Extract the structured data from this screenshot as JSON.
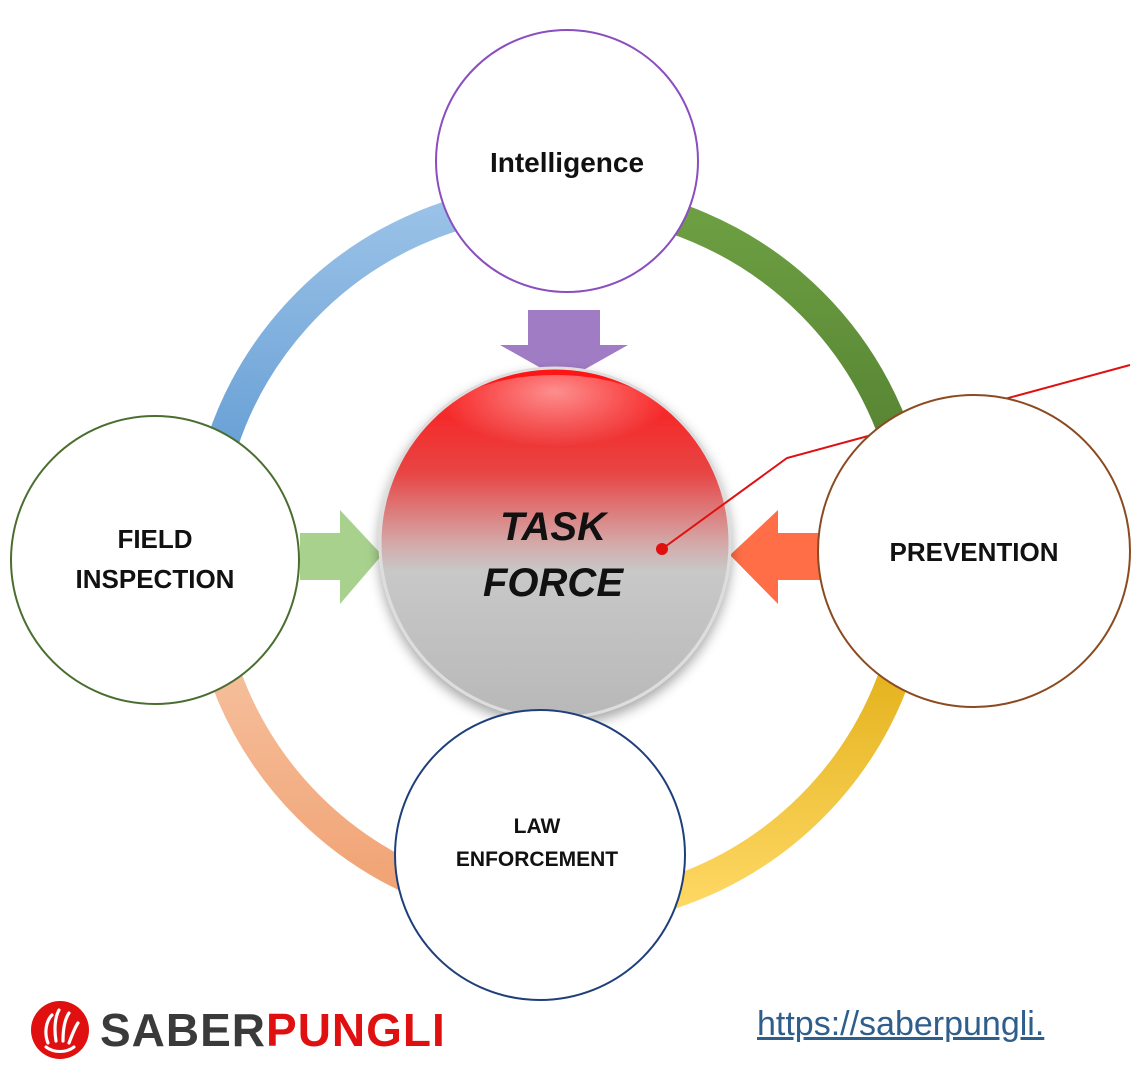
{
  "center": {
    "line1": "TASK",
    "line2": "FORCE"
  },
  "nodes": {
    "top": "Intelligence",
    "right": "PREVENTION",
    "left": {
      "line1": "FIELD",
      "line2": "INSPECTION"
    },
    "bottom": {
      "line1": "LAW",
      "line2": "ENFORCEMENT"
    }
  },
  "logo": {
    "part1": "SABER",
    "part2": "PUNGLI"
  },
  "url": "https://saberpungli.",
  "colors": {
    "top_arrow": "#a07cc5",
    "left_arrow": "#a9d18e",
    "right_arrow": "#ff6e47",
    "bottom_arrow": "#8faadc",
    "ring_blue": "#5b9bd5",
    "ring_green": "#548235",
    "ring_yellow": "#ffc000",
    "ring_orange": "#f4b183",
    "center_red": "#ff1a1a",
    "center_gray": "#c4c4c4",
    "connector": "#e01010"
  }
}
